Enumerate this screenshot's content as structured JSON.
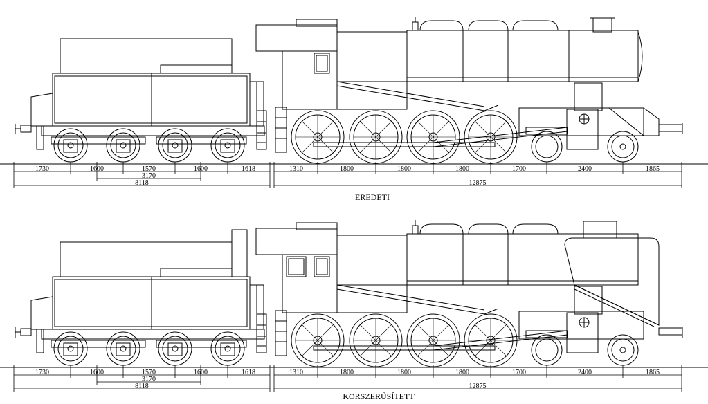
{
  "views": [
    {
      "caption": "EREDETI",
      "tender_dims": [
        "1730",
        "1600",
        "1570",
        "1600",
        "1618"
      ],
      "tender_sub": "3170",
      "tender_total": "8118",
      "loco_dims": [
        "1310",
        "1800",
        "1800",
        "1800",
        "1700",
        "2400",
        "1865"
      ],
      "loco_total": "12875"
    },
    {
      "caption": "KORSZERŰSÍTETT",
      "tender_dims": [
        "1730",
        "1600",
        "1570",
        "1600",
        "1618"
      ],
      "tender_sub": "3170",
      "tender_total": "8118",
      "loco_dims": [
        "1310",
        "1800",
        "1800",
        "1800",
        "1700",
        "2400",
        "1865"
      ],
      "loco_total": "12875"
    }
  ],
  "colors": {
    "line": "#000000",
    "background": "#ffffff"
  }
}
